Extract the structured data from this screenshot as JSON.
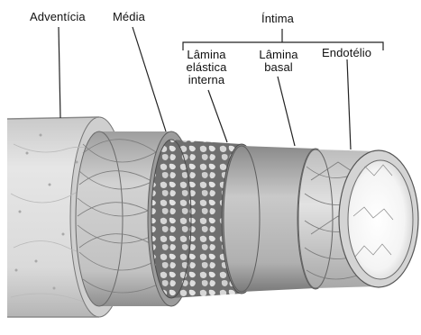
{
  "labels": {
    "adventicia": "Adventícia",
    "media": "Média",
    "intima": "Íntima",
    "lamina_elastica_interna": [
      "Lâmina",
      "elástica",
      "interna"
    ],
    "lamina_basal": [
      "Lâmina",
      "basal"
    ],
    "endotelio": "Endotélio"
  },
  "layers": [
    {
      "key": "adventicia",
      "color": "#d9d9d9"
    },
    {
      "key": "media",
      "color": "#bdbdbd"
    },
    {
      "key": "lamina_elastica_interna",
      "color": "#8e8e8e"
    },
    {
      "key": "lamina_basal",
      "color": "#b3b3b3"
    },
    {
      "key": "endotelio",
      "color": "#c8c8c8"
    }
  ]
}
